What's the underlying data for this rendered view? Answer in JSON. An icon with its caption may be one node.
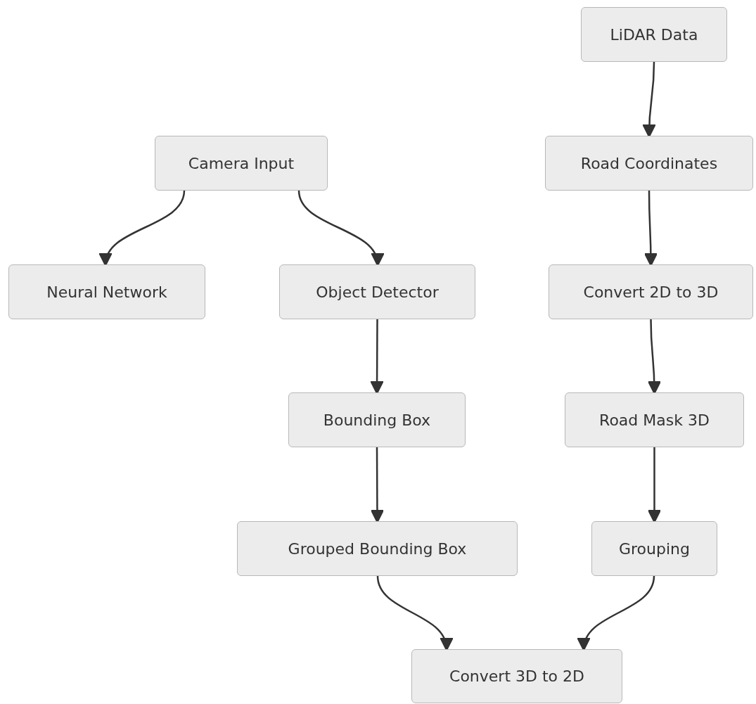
{
  "diagram": {
    "nodes": [
      {
        "text": [
          "LiDAR Data"
        ]
      },
      {
        "text": [
          "Camera Input"
        ]
      },
      {
        "text": [
          "Road Coordinates"
        ]
      },
      {
        "text": [
          "Neural Network"
        ]
      },
      {
        "text": [
          "Object Detector"
        ]
      },
      {
        "text": [
          "Convert 2D to 3D"
        ]
      },
      {
        "text": [
          "Bounding Box"
        ]
      },
      {
        "text": [
          "Road Mask 3D"
        ]
      },
      {
        "text": [
          "Grouped Bounding Box"
        ]
      },
      {
        "text": [
          "Grouping"
        ]
      },
      {
        "text": [
          "Convert 3D to 2D"
        ]
      }
    ],
    "edges": [
      {
        "from": 0,
        "to": 2,
        "arrow": "to"
      },
      {
        "from": 1,
        "to": 3,
        "arrow": "to"
      },
      {
        "from": 1,
        "to": 4,
        "arrow": "to"
      },
      {
        "from": 2,
        "to": 5,
        "arrow": "to"
      },
      {
        "from": 4,
        "to": 6,
        "arrow": "to"
      },
      {
        "from": 5,
        "to": 7,
        "arrow": "to"
      },
      {
        "from": 6,
        "to": 8,
        "arrow": "to"
      },
      {
        "from": 7,
        "to": 9,
        "arrow": "to"
      },
      {
        "from": 8,
        "to": 10,
        "arrow": "to"
      },
      {
        "from": 9,
        "to": 10,
        "arrow": "to"
      }
    ]
  }
}
